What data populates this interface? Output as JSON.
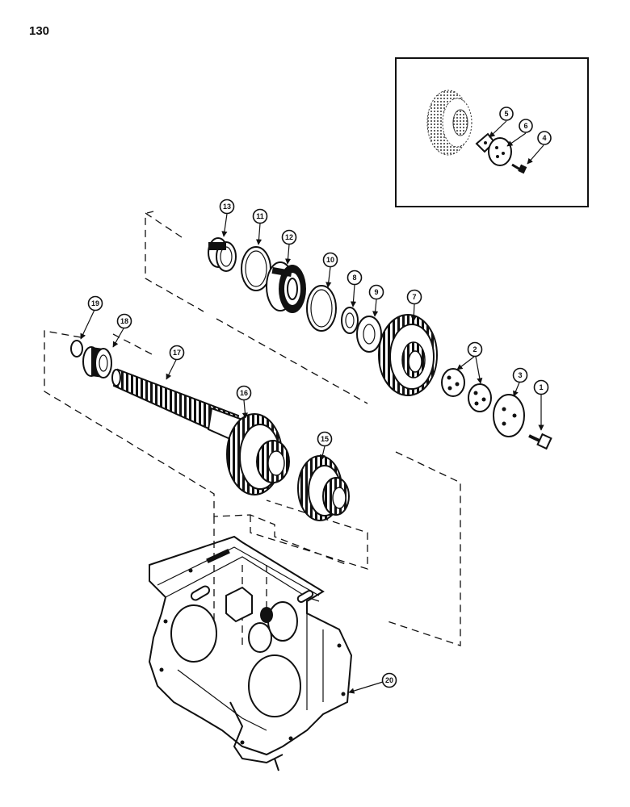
{
  "page": {
    "number": "130"
  },
  "inset": {
    "callouts": [
      "5",
      "6",
      "4"
    ]
  },
  "callouts": [
    "13",
    "11",
    "12",
    "10",
    "8",
    "9",
    "7",
    "2",
    "3",
    "1",
    "19",
    "18",
    "17",
    "16",
    "15",
    "20"
  ]
}
